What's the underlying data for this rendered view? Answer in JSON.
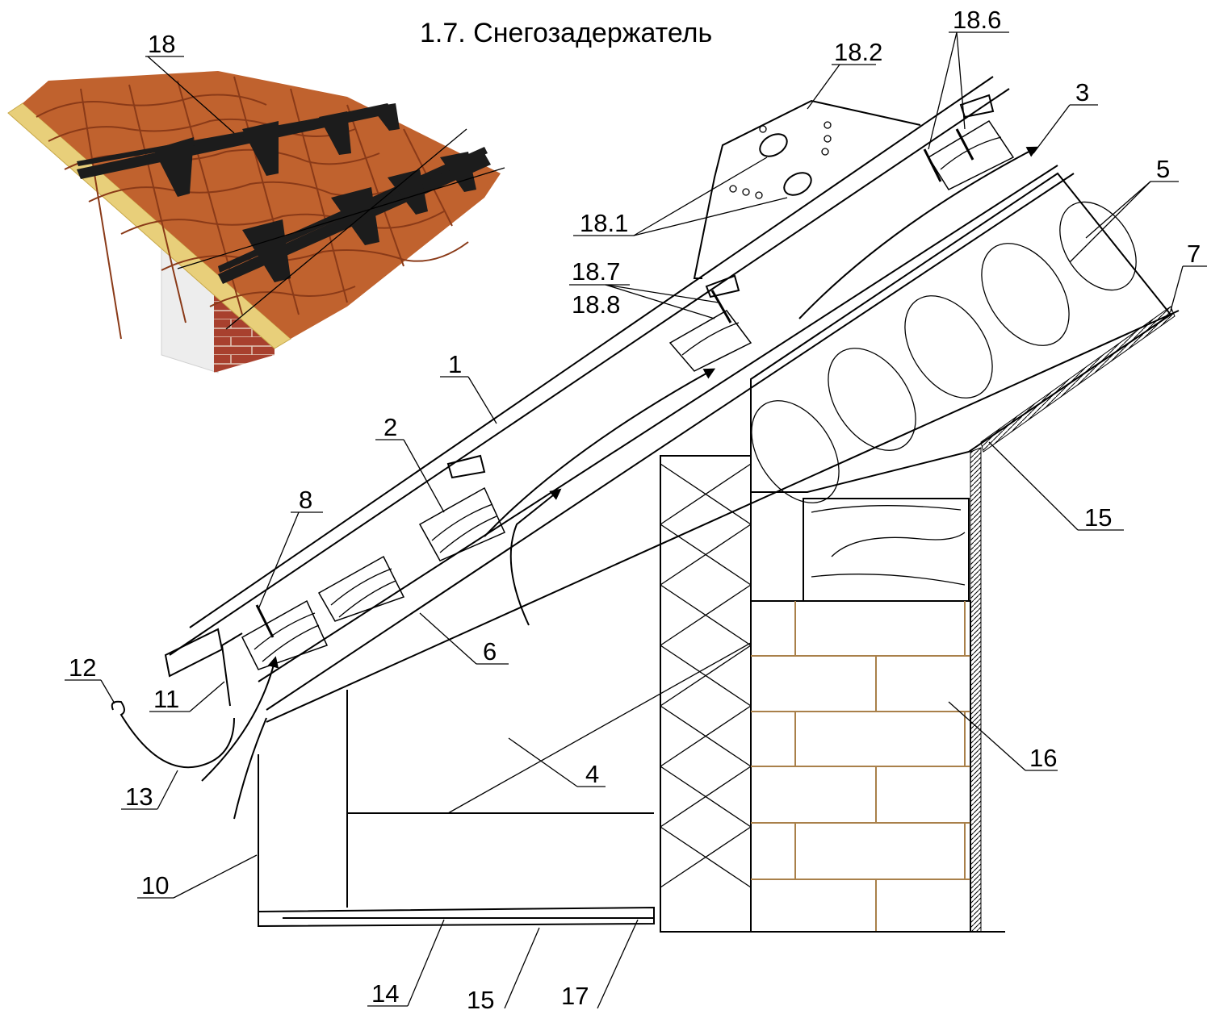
{
  "title": "1.7. Снегозадержатель",
  "labels": {
    "l1": "1",
    "l2": "2",
    "l3": "3",
    "l4": "4",
    "l5": "5",
    "l6": "6",
    "l7": "7",
    "l8": "8",
    "l10": "10",
    "l11": "11",
    "l12": "12",
    "l13": "13",
    "l14": "14",
    "l15a": "15",
    "l15b": "15",
    "l16": "16",
    "l17": "17",
    "l18": "18",
    "l18_1": "18.1",
    "l18_2": "18.2",
    "l18_6": "18.6",
    "l18_7": "18.7",
    "l18_8": "18.8"
  },
  "colors": {
    "tile": "#c0622e",
    "tile_dark": "#8a3a18",
    "batten": "#e8cf7a",
    "wall_white": "#ececec",
    "brick": "#a8402e",
    "mortar": "#a9804a",
    "guard_black": "#1c1c1c"
  }
}
